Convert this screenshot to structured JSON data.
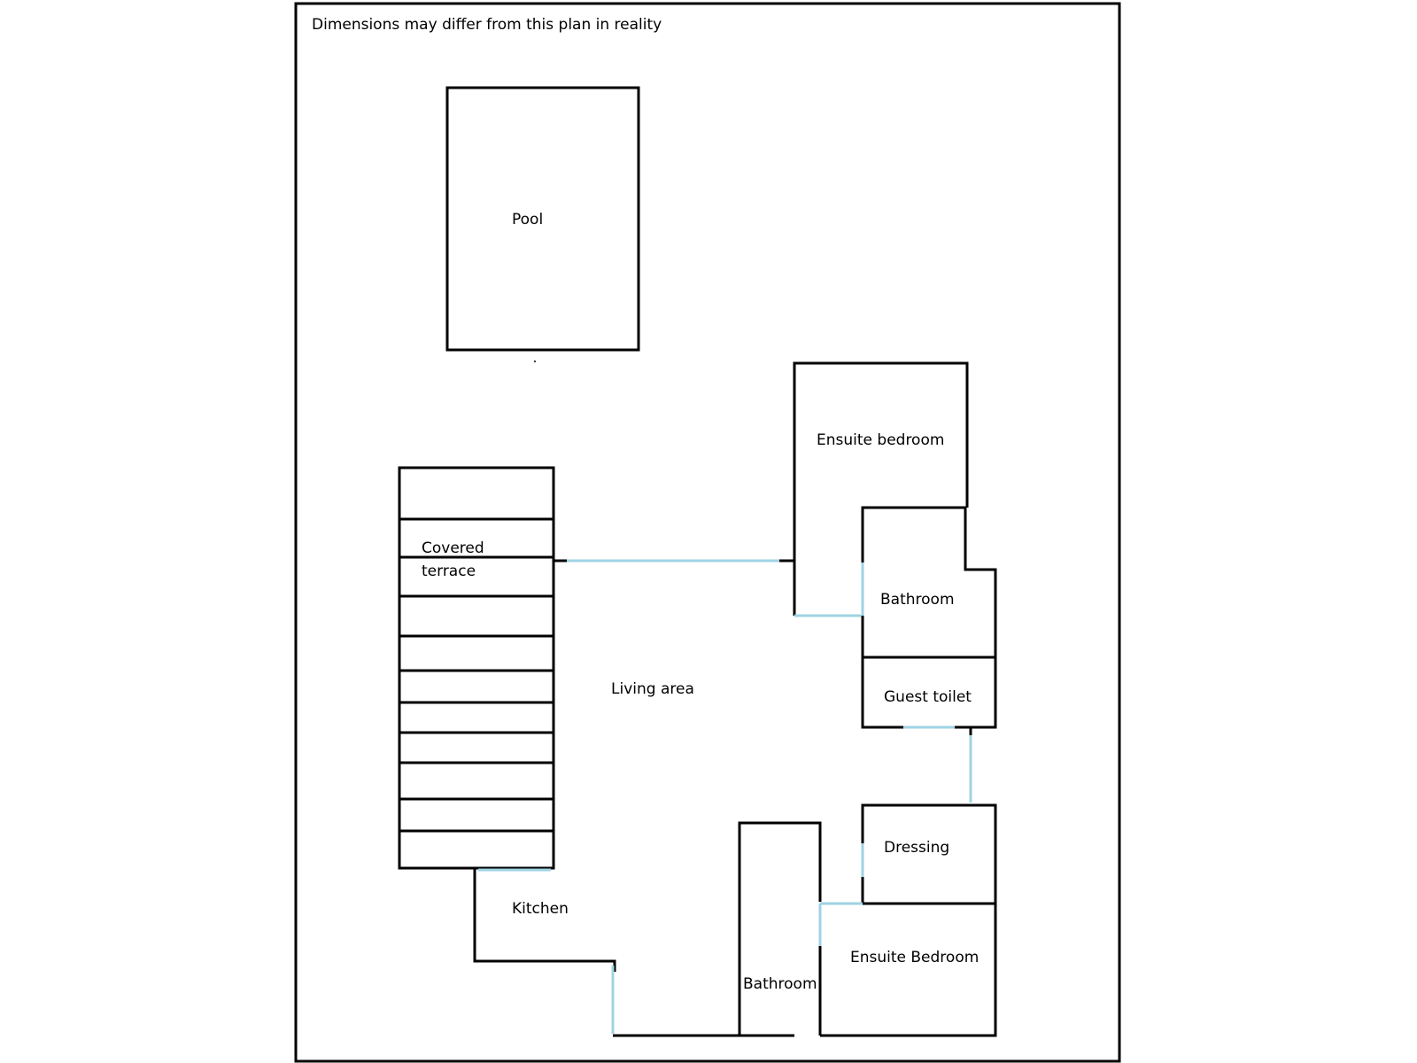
{
  "note": "Dimensions may differ from this plan in reality",
  "rooms": {
    "pool": "Pool",
    "terrace_line1": "Covered",
    "terrace_line2": "terrace",
    "living": "Living area",
    "ensuite_top": "Ensuite bedroom",
    "bathroom_top": "Bathroom",
    "guest_toilet": "Guest toilet",
    "dressing": "Dressing",
    "ensuite_bottom": "Ensuite Bedroom",
    "bathroom_bottom": "Bathroom",
    "kitchen": "Kitchen"
  },
  "colors": {
    "wall": "#000000",
    "opening": "#9fd3e3"
  }
}
